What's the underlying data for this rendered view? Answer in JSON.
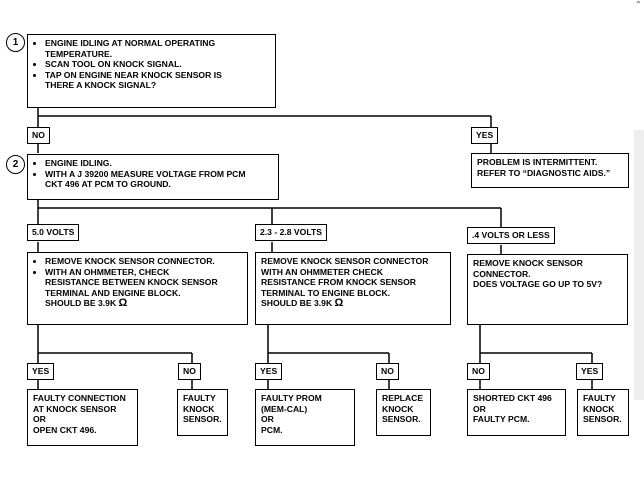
{
  "step1": {
    "number": "1",
    "bullets": [
      [
        "ENGINE IDLING AT NORMAL OPERATING",
        "TEMPERATURE."
      ],
      [
        "SCAN TOOL ON KNOCK SIGNAL."
      ],
      [
        "TAP ON ENGINE NEAR KNOCK SENSOR IS",
        "THERE A KNOCK SIGNAL?"
      ]
    ]
  },
  "step1_no": "NO",
  "step1_yes": "YES",
  "intermittent": [
    "PROBLEM IS INTERMITTENT.",
    "REFER TO “DIAGNOSTIC AIDS.”"
  ],
  "step2": {
    "number": "2",
    "bullets": [
      [
        "ENGINE IDLING."
      ],
      [
        "WITH A J 39200 MEASURE VOLTAGE FROM PCM",
        "CKT 496 AT PCM TO GROUND."
      ]
    ]
  },
  "branch_a": {
    "label": "5.0 VOLTS",
    "bullets": [
      [
        "REMOVE KNOCK SENSOR CONNECTOR."
      ],
      [
        "WITH AN OHMMETER, CHECK",
        "RESISTANCE BETWEEN KNOCK SENSOR",
        "TERMINAL AND ENGINE BLOCK.",
        "SHOULD BE 3.9K"
      ]
    ],
    "omega": "Ω",
    "yes": "YES",
    "no": "NO",
    "yes_result": [
      "FAULTY CONNECTION",
      "AT KNOCK SENSOR",
      "OR",
      "OPEN CKT 496."
    ],
    "no_result": [
      "FAULTY",
      "KNOCK",
      "SENSOR."
    ]
  },
  "branch_b": {
    "label": "2.3 - 2.8 VOLTS",
    "lines": [
      "REMOVE KNOCK SENSOR CONNECTOR",
      "WITH AN OHMMETER CHECK",
      "RESISTANCE FROM KNOCK SENSOR",
      "TERMINAL TO ENGINE BLOCK.",
      "SHOULD BE 3.9K"
    ],
    "omega": "Ω",
    "yes": "YES",
    "no": "NO",
    "yes_result": [
      "FAULTY PROM",
      "(MEM-CAL)",
      "OR",
      "PCM."
    ],
    "no_result": [
      "REPLACE",
      "KNOCK",
      "SENSOR."
    ]
  },
  "branch_c": {
    "label": ".4 VOLTS OR LESS",
    "lines": [
      "REMOVE KNOCK SENSOR",
      "CONNECTOR.",
      "DOES VOLTAGE GO UP TO 5V?"
    ],
    "no": "NO",
    "yes": "YES",
    "no_result": [
      "SHORTED CKT 496",
      "OR",
      "FAULTY PCM."
    ],
    "yes_result": [
      "FAULTY",
      "KNOCK",
      "SENSOR."
    ]
  }
}
